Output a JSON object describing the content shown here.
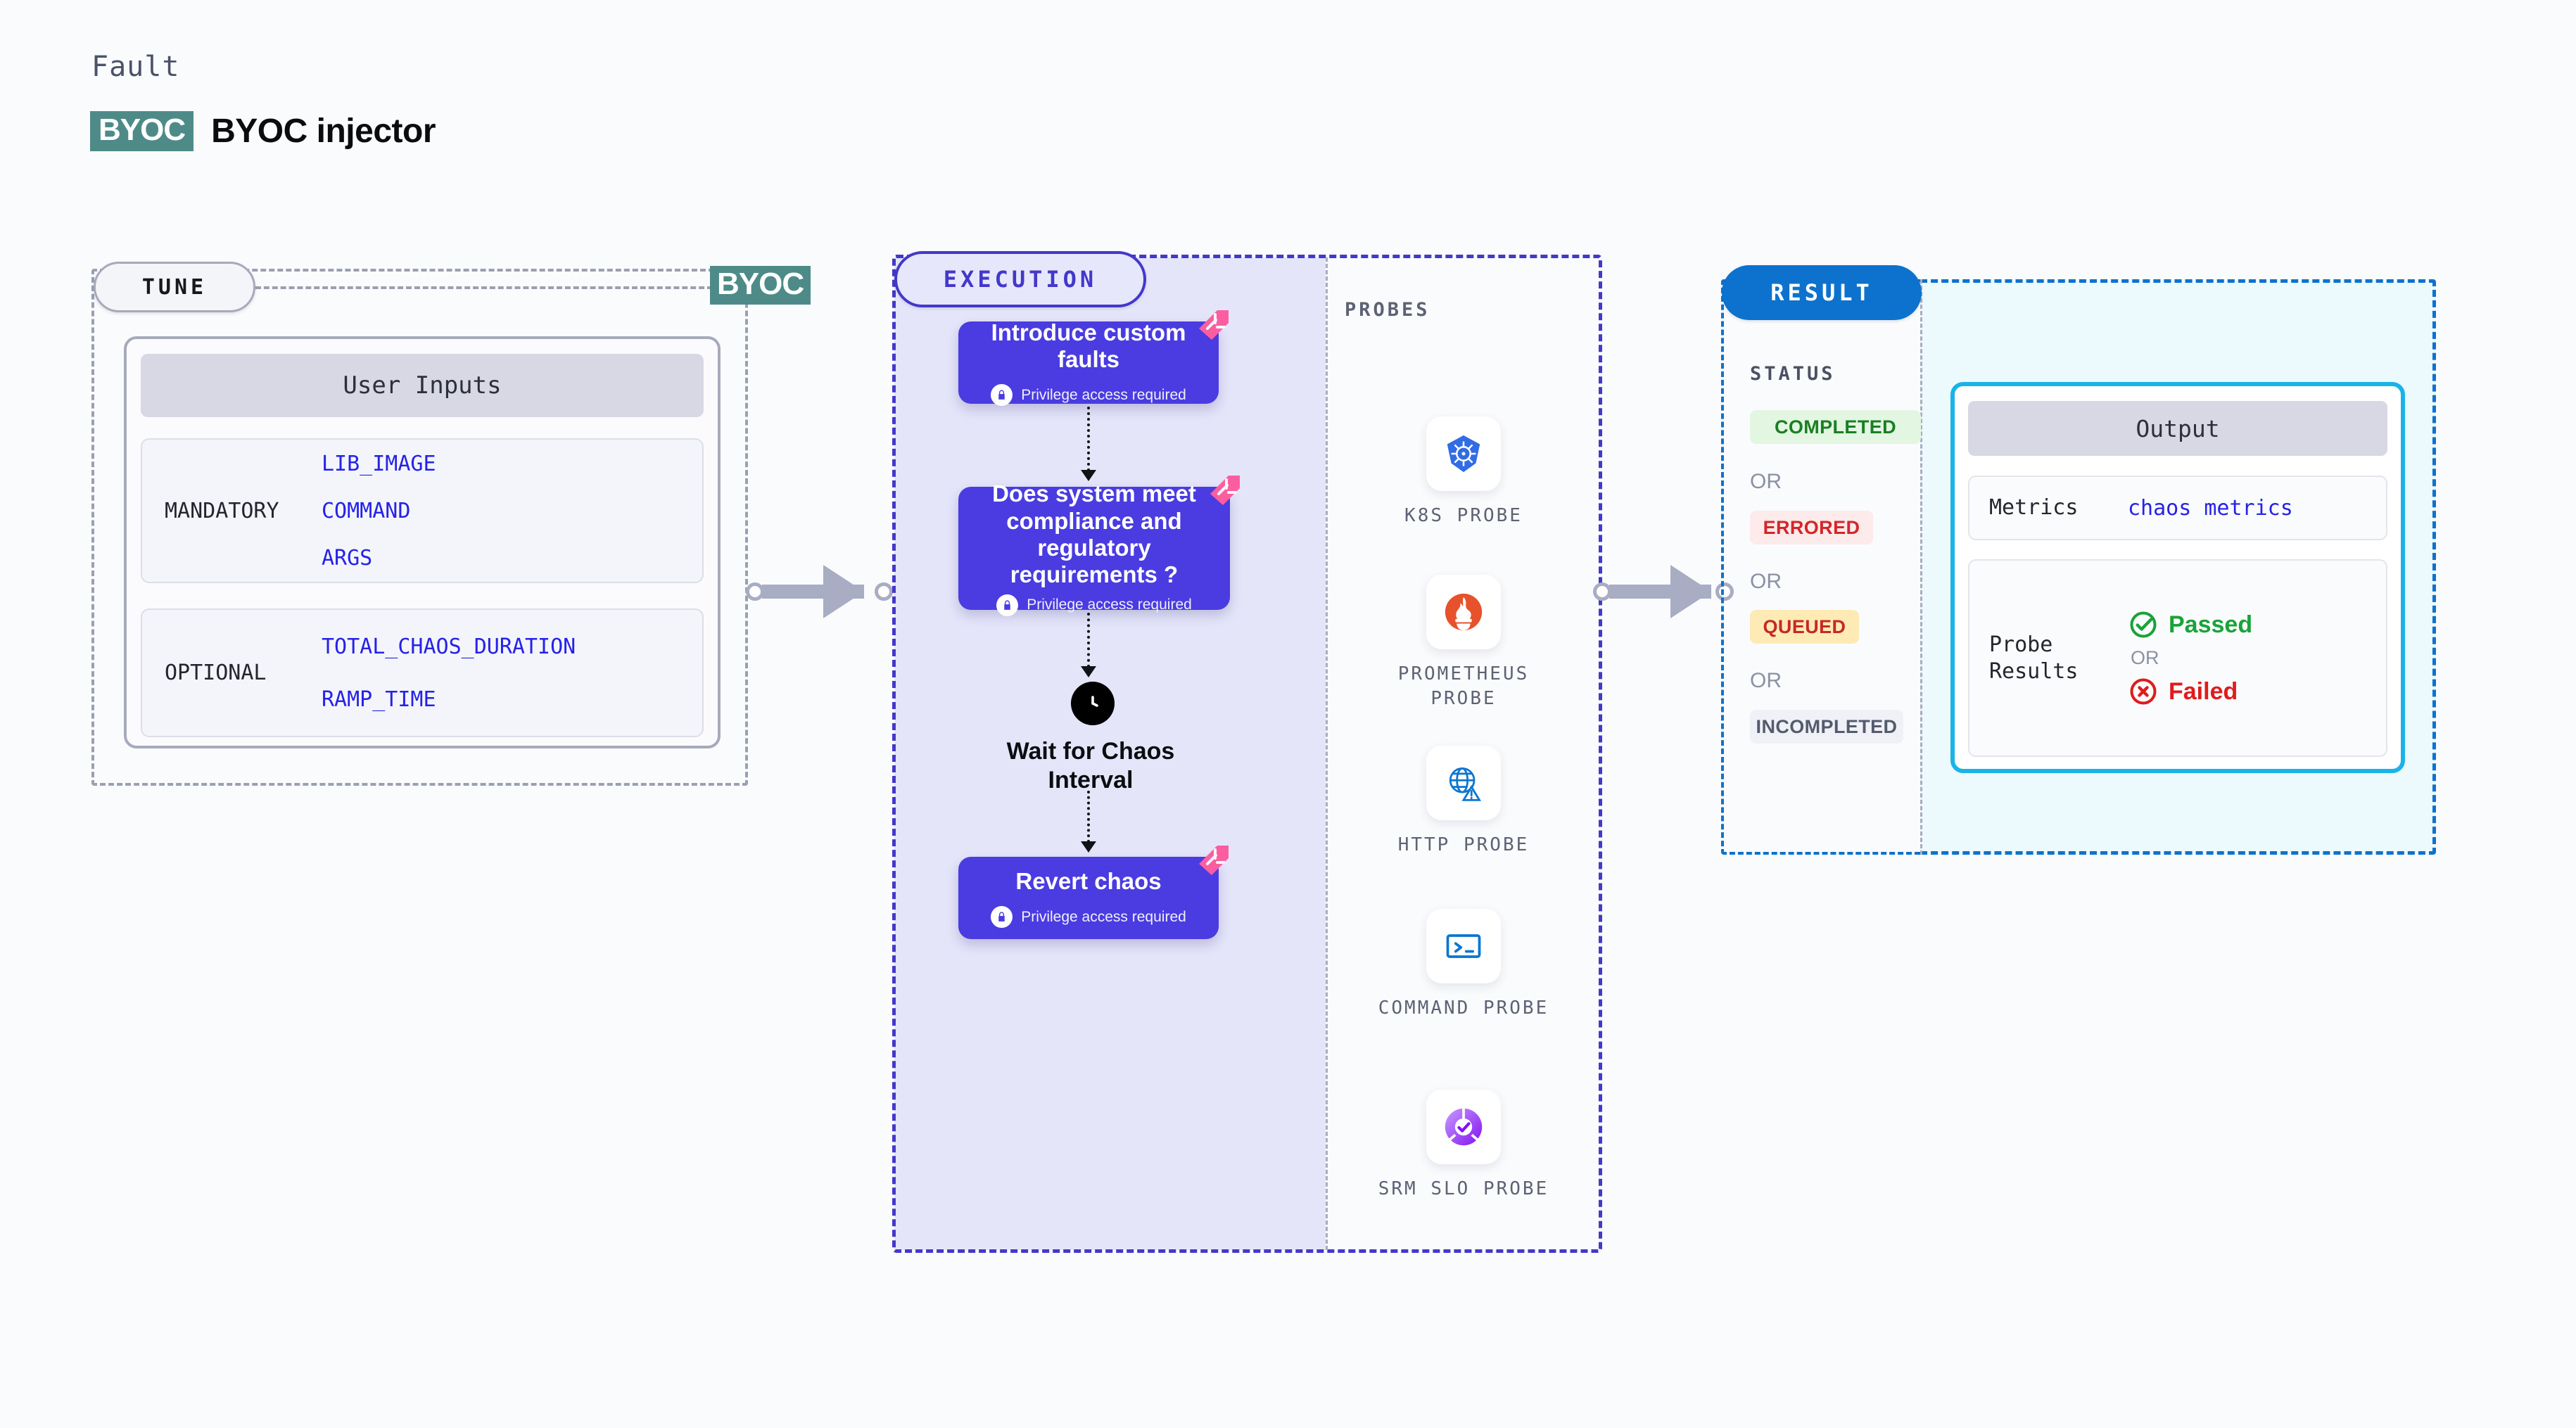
{
  "header": {
    "eyebrow": "Fault",
    "badge": "BYOC",
    "title": "BYOC injector"
  },
  "tune": {
    "pill": "TUNE",
    "tag": "BYOC",
    "card_title": "User Inputs",
    "groups": [
      {
        "label": "MANDATORY",
        "values": [
          "LIB_IMAGE",
          "COMMAND",
          "ARGS"
        ]
      },
      {
        "label": "OPTIONAL",
        "values": [
          "TOTAL_CHAOS_DURATION",
          "RAMP_TIME"
        ]
      }
    ]
  },
  "execution": {
    "pill": "EXECUTION",
    "privilege_note": "Privilege access required",
    "steps": [
      {
        "title": "Introduce custom faults",
        "has_privilege": true,
        "has_chaos_marker": true
      },
      {
        "title": "Does system meet compliance and regulatory requirements ?",
        "has_privilege": true,
        "has_chaos_marker": true
      },
      {
        "title": "Revert chaos",
        "has_privilege": true,
        "has_chaos_marker": true
      }
    ],
    "wait": {
      "label": "Wait for Chaos Interval",
      "icon": "clock-icon"
    }
  },
  "probes": {
    "label": "PROBES",
    "items": [
      {
        "name": "K8S PROBE",
        "icon": "kubernetes-icon"
      },
      {
        "name": "PROMETHEUS PROBE",
        "icon": "prometheus-icon"
      },
      {
        "name": "HTTP PROBE",
        "icon": "globe-warning-icon"
      },
      {
        "name": "COMMAND PROBE",
        "icon": "terminal-icon"
      },
      {
        "name": "SRM SLO PROBE",
        "icon": "srm-slo-icon"
      }
    ]
  },
  "result": {
    "pill": "RESULT",
    "status_label": "STATUS",
    "or": "OR",
    "statuses": [
      {
        "label": "COMPLETED",
        "color": "#1a7f23",
        "bg": "#e2f6e2"
      },
      {
        "label": "ERRORED",
        "color": "#d3262a",
        "bg": "#fdeaea"
      },
      {
        "label": "QUEUED",
        "color": "#c62828",
        "bg": "#fdeab4"
      },
      {
        "label": "INCOMPLETED",
        "color": "#545b6e",
        "bg": "#f0f1f6"
      }
    ],
    "output": {
      "title": "Output",
      "metrics_key": "Metrics",
      "metrics_value": "chaos metrics",
      "probe_key": "Probe Results",
      "passed": "Passed",
      "failed": "Failed",
      "or": "OR"
    }
  },
  "colors": {
    "indigo": "#4a3ce0",
    "indigo_border": "#4338ca",
    "teal": "#4e8b88",
    "result_blue": "#0d72cd",
    "cyan": "#1ab3e8",
    "pink": "#fb5ea0"
  }
}
